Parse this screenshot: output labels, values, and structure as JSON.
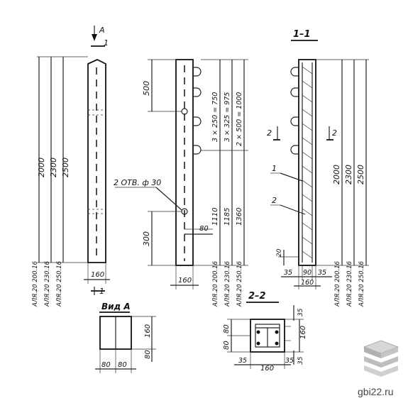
{
  "labels": {
    "view_a_arrow": "A",
    "section_mark": "1",
    "section_title_1": "1–1",
    "section_title_2": "2–2",
    "view_title": "Вид А",
    "section2_mark": "2",
    "holes_note": "2 ОТВ. ф 30",
    "callout_1": "1",
    "callout_2": "2",
    "brand_1": "АЛЯ.20 200.16",
    "brand_2": "АЛЯ.20 230.16",
    "brand_3": "АЛЯ.20 250.16"
  },
  "dims": {
    "h2000": "2000",
    "h2300": "2300",
    "h2500": "2500",
    "w160": "160",
    "d500": "500",
    "d300": "300",
    "d80": "80",
    "d1110": "1110",
    "d1185": "1185",
    "d1360": "1360",
    "s750": "3 × 250 = 750",
    "s975": "3 × 325 = 975",
    "s1000": "2 × 500 = 1000",
    "d20": "20",
    "d35": "35",
    "d90": "90",
    "va80": "80",
    "va160": "160"
  },
  "watermark": {
    "site": "gbi22.ru"
  },
  "colors": {
    "ink": "#111111",
    "background": "#ffffff"
  }
}
